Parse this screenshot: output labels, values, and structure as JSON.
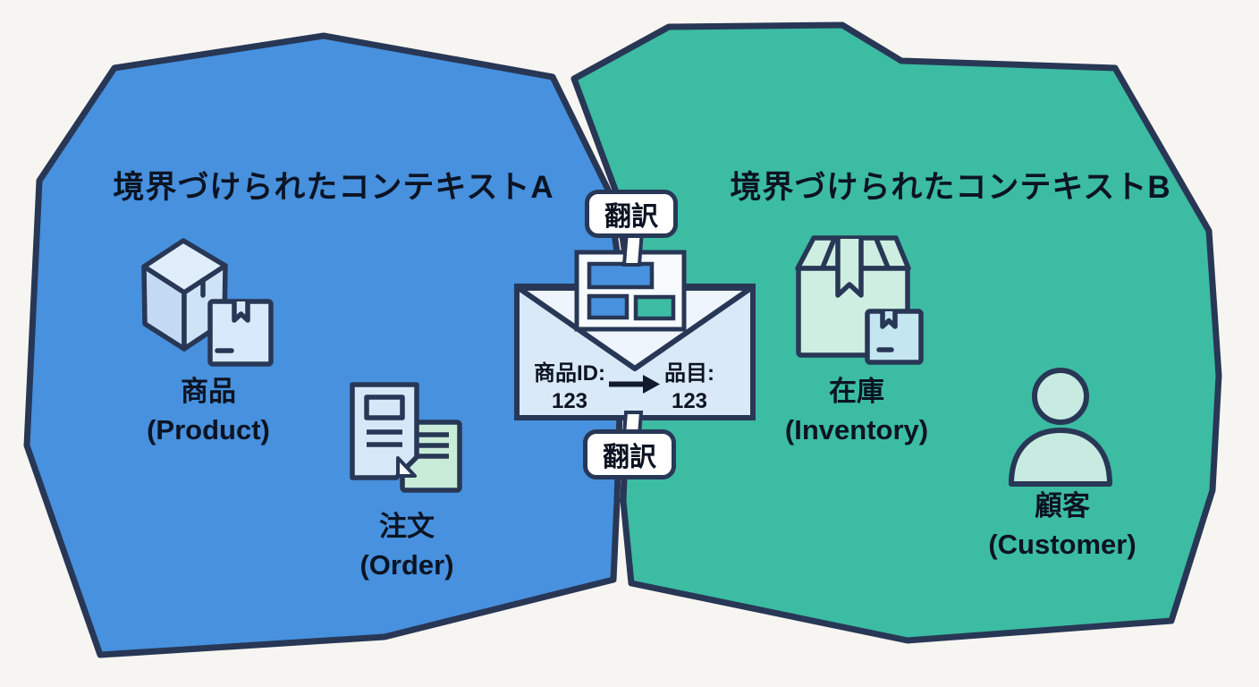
{
  "background_color": "#f7f5f1",
  "colors": {
    "context_a_fill": "#4791DE",
    "context_b_fill": "#3CBCA3",
    "outline_navy": "#283755",
    "icon_light_blue": "#cfe3f7",
    "icon_mint": "#cdeee1",
    "envelope_body": "#d9e9f8",
    "envelope_flap": "#eef5fc",
    "card_fill": "#f8fbfe",
    "text": "#0c1322"
  },
  "context_a": {
    "title": "境界づけられたコンテキストA",
    "items": [
      {
        "icon": "product-boxes-icon",
        "label_ja": "商品",
        "label_en": "(Product)"
      },
      {
        "icon": "order-documents-icon",
        "label_ja": "注文",
        "label_en": "(Order)"
      }
    ]
  },
  "context_b": {
    "title": "境界づけられたコンテキストB",
    "items": [
      {
        "icon": "inventory-box-icon",
        "label_ja": "在庫",
        "label_en": "(Inventory)"
      },
      {
        "icon": "customer-person-icon",
        "label_ja": "顧客",
        "label_en": "(Customer)"
      }
    ]
  },
  "translator": {
    "top_label": "翻訳",
    "bottom_label": "翻訳",
    "mapping": {
      "from_label": "商品ID:",
      "from_value": "123",
      "arrow": "→",
      "to_label": "品目:",
      "to_value": "123"
    }
  }
}
